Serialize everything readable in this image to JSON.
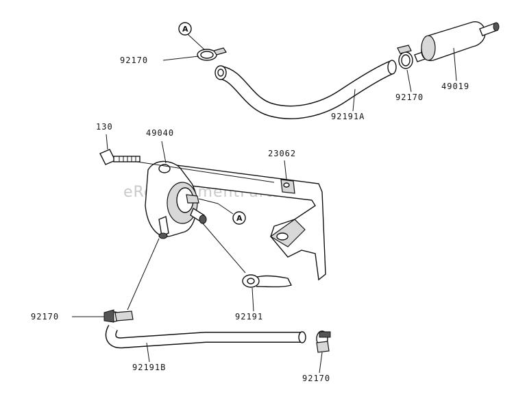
{
  "diagram": {
    "watermark": "eReplacementParts.com",
    "callouts": {
      "top": "A",
      "middle": "A"
    },
    "labels": {
      "clamp_top_left": "92170",
      "clamp_top_right": "92170",
      "fuel_filter": "49019",
      "hose_a": "92191A",
      "bolt": "130",
      "fuel_pump": "49040",
      "bracket": "23062",
      "hose_short": "92191",
      "clamp_mid_left": "92170",
      "hose_b": "92191B",
      "clamp_bottom": "92170"
    }
  }
}
